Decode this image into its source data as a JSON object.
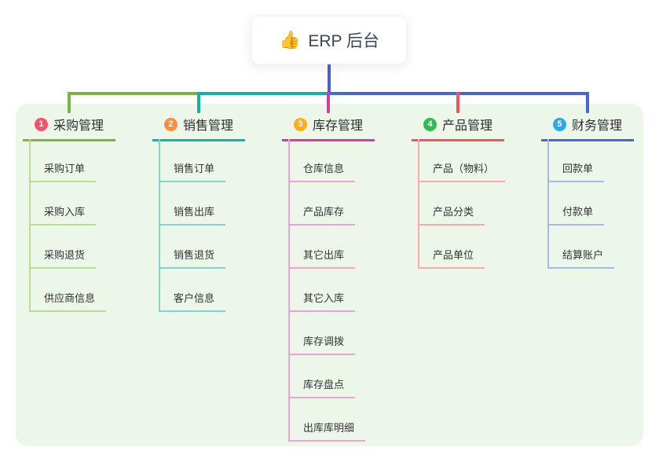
{
  "root": {
    "icon": "👍",
    "label": "ERP 后台"
  },
  "colors": {
    "canvas_bg": "#ffffff",
    "container_bg": "#ecf7e9",
    "root_connector": "#4b5ed6",
    "root_text": "#3d4656"
  },
  "branches": [
    {
      "index": "1",
      "title": "采购管理",
      "badge_color": "#f4526b",
      "line_color": "#7cb342",
      "sub_line_color": "#b9dd92",
      "items": [
        "采购订单",
        "采购入库",
        "采购退货",
        "供应商信息"
      ]
    },
    {
      "index": "2",
      "title": "销售管理",
      "badge_color": "#fa8e3d",
      "line_color": "#13b2a8",
      "sub_line_color": "#82d5cd",
      "items": [
        "销售订单",
        "销售出库",
        "销售退货",
        "客户信息"
      ]
    },
    {
      "index": "3",
      "title": "库存管理",
      "badge_color": "#fbad1d",
      "line_color": "#d63ba2",
      "sub_line_color": "#efa2d5",
      "items": [
        "仓库信息",
        "产品库存",
        "其它出库",
        "其它入库",
        "库存调拨",
        "库存盘点",
        "出库库明细"
      ]
    },
    {
      "index": "4",
      "title": "产品管理",
      "badge_color": "#2dbd53",
      "line_color": "#f2545b",
      "sub_line_color": "#f8abae",
      "items": [
        "产品（物料）",
        "产品分类",
        "产品单位"
      ]
    },
    {
      "index": "5",
      "title": "财务管理",
      "badge_color": "#2aa9e9",
      "line_color": "#4566d4",
      "sub_line_color": "#a6b8ec",
      "items": [
        "回款单",
        "付款单",
        "结算账户"
      ]
    }
  ]
}
